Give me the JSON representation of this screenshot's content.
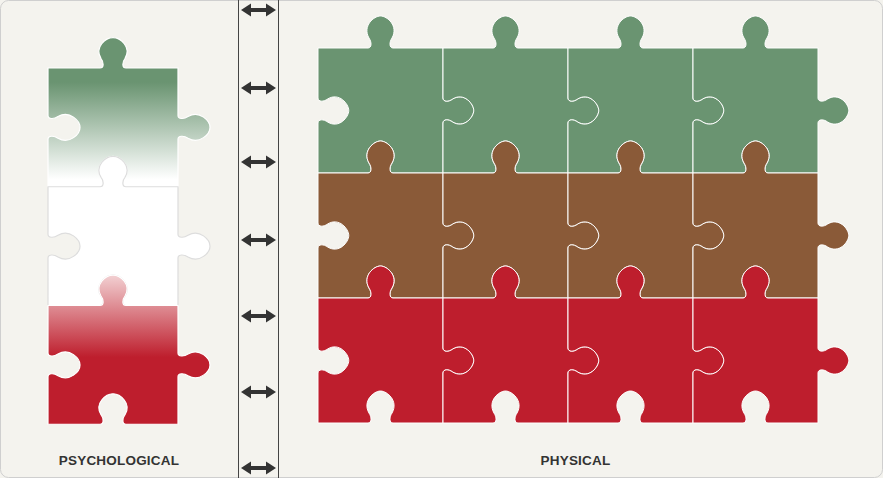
{
  "diagram": {
    "nodes": [
      {
        "text": [
          "PSYCHOLOGICAL"
        ]
      },
      {
        "text": [
          "PHYSICAL"
        ]
      }
    ],
    "edges": [
      {
        "from": 0,
        "to": 1,
        "arrow": "both"
      },
      {
        "from": 0,
        "to": 1,
        "arrow": "both"
      },
      {
        "from": 0,
        "to": 1,
        "arrow": "both"
      },
      {
        "from": 0,
        "to": 1,
        "arrow": "both"
      },
      {
        "from": 0,
        "to": 1,
        "arrow": "both"
      },
      {
        "from": 0,
        "to": 1,
        "arrow": "both"
      },
      {
        "from": 0,
        "to": 1,
        "arrow": "both"
      }
    ]
  }
}
